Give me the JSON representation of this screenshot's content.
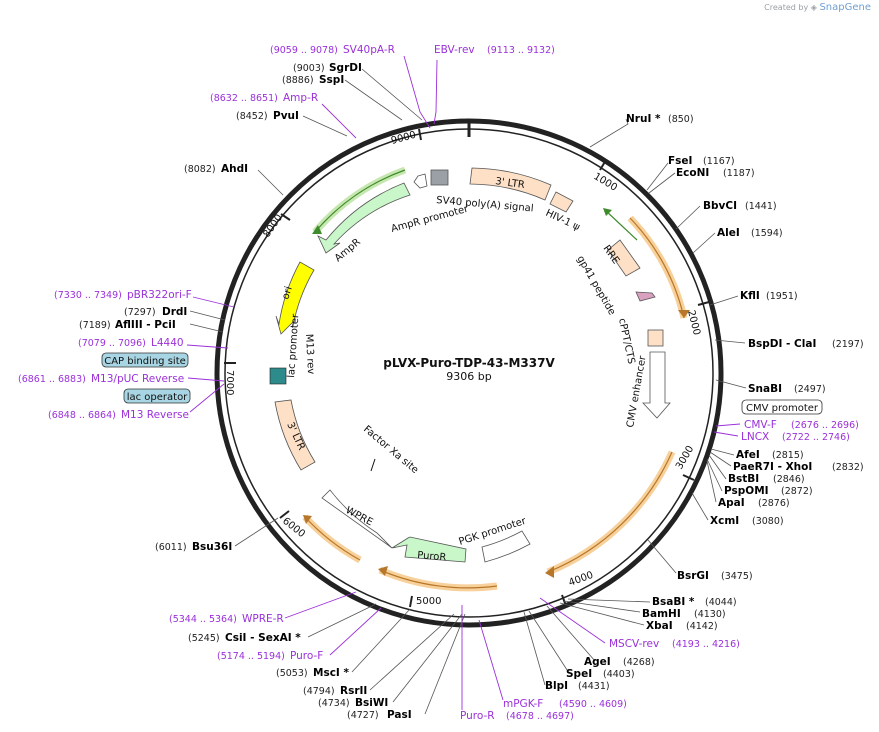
{
  "credit": {
    "prefix": "Created by",
    "brand": "SnapGene"
  },
  "plasmid": {
    "name": "pLVX-Puro-TDP-43-M337V",
    "length": "9306 bp"
  },
  "ticks": [
    "1000",
    "2000",
    "3000",
    "4000",
    "5000",
    "6000",
    "7000",
    "8000",
    "9000"
  ],
  "sites": [
    {
      "name": "NruI *",
      "pos": "(850)"
    },
    {
      "name": "FseI",
      "pos": "(1167)"
    },
    {
      "name": "EcoNI",
      "pos": "(1187)"
    },
    {
      "name": "BbvCI",
      "pos": "(1441)"
    },
    {
      "name": "AleI",
      "pos": "(1594)"
    },
    {
      "name": "KflI",
      "pos": "(1951)"
    },
    {
      "name": "BspDI  - ClaI",
      "pos": "(2197)"
    },
    {
      "name": "SnaBI",
      "pos": "(2497)"
    },
    {
      "name": "AfeI",
      "pos": "(2815)"
    },
    {
      "name": "PaeR7I  - XhoI",
      "pos": "(2832)"
    },
    {
      "name": "BstBI",
      "pos": "(2846)"
    },
    {
      "name": "PspOMI",
      "pos": "(2872)"
    },
    {
      "name": "ApaI",
      "pos": "(2876)"
    },
    {
      "name": "XcmI",
      "pos": "(3080)"
    },
    {
      "name": "BsrGI",
      "pos": "(3475)"
    },
    {
      "name": "BsaBI *",
      "pos": "(4044)"
    },
    {
      "name": "BamHI",
      "pos": "(4130)"
    },
    {
      "name": "XbaI",
      "pos": "(4142)"
    },
    {
      "name": "AgeI",
      "pos": "(4268)"
    },
    {
      "name": "SpeI",
      "pos": "(4403)"
    },
    {
      "name": "BlpI",
      "pos": "(4431)"
    },
    {
      "name": "PasI",
      "pos": "(4727)"
    },
    {
      "name": "BsiWI",
      "pos": "(4734)"
    },
    {
      "name": "RsrII",
      "pos": "(4794)"
    },
    {
      "name": "MscI *",
      "pos": "(5053)"
    },
    {
      "name": "CsiI  - SexAI *",
      "pos": "(5245)"
    },
    {
      "name": "Bsu36I",
      "pos": "(6011)"
    },
    {
      "name": "AflIII  - PciI",
      "pos": "(7189)"
    },
    {
      "name": "DrdI",
      "pos": "(7297)"
    },
    {
      "name": "AhdI",
      "pos": "(8082)"
    },
    {
      "name": "PvuI",
      "pos": "(8452)"
    },
    {
      "name": "SspI",
      "pos": "(8886)"
    },
    {
      "name": "SgrDI",
      "pos": "(9003)"
    }
  ],
  "primers": [
    {
      "name": "SV40pA-R",
      "pos": "(9059 .. 9078)"
    },
    {
      "name": "EBV-rev",
      "pos": "(9113 .. 9132)"
    },
    {
      "name": "Amp-R",
      "pos": "(8632 .. 8651)"
    },
    {
      "name": "pBR322ori-F",
      "pos": "(7330 .. 7349)"
    },
    {
      "name": "L4440",
      "pos": "(7079 .. 7096)"
    },
    {
      "name": "M13/pUC Reverse",
      "pos": "(6861 .. 6883)"
    },
    {
      "name": "M13 Reverse",
      "pos": "(6848 .. 6864)"
    },
    {
      "name": "CMV-F",
      "pos": "(2676 .. 2696)"
    },
    {
      "name": "LNCX",
      "pos": "(2722 .. 2746)"
    },
    {
      "name": "MSCV-rev",
      "pos": "(4193 .. 4216)"
    },
    {
      "name": "mPGK-F",
      "pos": "(4590 .. 4609)"
    },
    {
      "name": "Puro-R",
      "pos": "(4678 .. 4697)"
    },
    {
      "name": "Puro-F",
      "pos": "(5174 .. 5194)"
    },
    {
      "name": "WPRE-R",
      "pos": "(5344 .. 5364)"
    }
  ],
  "boxed": [
    "CAP binding site",
    "lac operator",
    "CMV promoter"
  ],
  "features": {
    "ltr3_top": "3' LTR",
    "sv40": "SV40 poly(A) signal",
    "hiv": "HIV-1 ψ",
    "rre": "RRE",
    "gp41": "gp41 peptide",
    "cppt": "cPPT/CTS",
    "cmv_enh": "CMV enhancer",
    "ampr_prom": "AmpR promoter",
    "ampr": "AmpR",
    "ori": "ori",
    "lac_prom": "lac promoter",
    "m13rev": "M13 rev",
    "ltr3_left": "3' LTR",
    "factor_xa": "Factor Xa site",
    "wpre": "WPRE",
    "puror": "PuroR",
    "pgk": "PGK promoter"
  },
  "colors": {
    "backbone": "#222222",
    "site_name": "#000000",
    "primer": "#9b30d9",
    "ltr": "#fde0c5",
    "ampr": "#c9f7c9",
    "ori": "#ffff00",
    "primer_arc": "#f0b46a"
  }
}
